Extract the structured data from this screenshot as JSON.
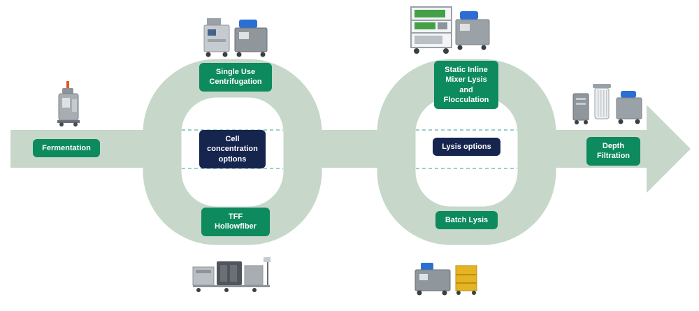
{
  "colors": {
    "flow_band": "#c7d7ca",
    "badge_green": "#0e8a5f",
    "badge_navy": "#16254e",
    "dashed_line": "#5ab5aa",
    "background": "#ffffff",
    "equipment_grey": "#9aa1a7",
    "equipment_blue": "#2b6fd4",
    "equipment_green": "#43a047",
    "equipment_yellow": "#e6b422",
    "equipment_orange": "#e2552c"
  },
  "stages": {
    "fermentation": {
      "label": "Fermentation"
    },
    "cell_concentration": {
      "center_label": "Cell\nconcentration\noptions",
      "top_option": "Single Use\nCentrifugation",
      "bottom_option": "TFF\nHollowfiber"
    },
    "lysis": {
      "center_label": "Lysis options",
      "top_option": "Static Inline\nMixer Lysis\nand\nFlocculation",
      "bottom_option": "Batch Lysis"
    },
    "depth_filtration": {
      "label": "Depth\nFiltration"
    }
  },
  "images": {
    "fermenter": "fermenter-bioreactor-equipment",
    "centrifuge": "single-use-centrifuge-equipment",
    "tff": "tff-hollowfiber-skid-equipment",
    "static_mixer": "static-inline-mixer-skid-equipment",
    "batch_lysis": "batch-lysis-equipment",
    "depth_filtration": "depth-filtration-equipment"
  }
}
